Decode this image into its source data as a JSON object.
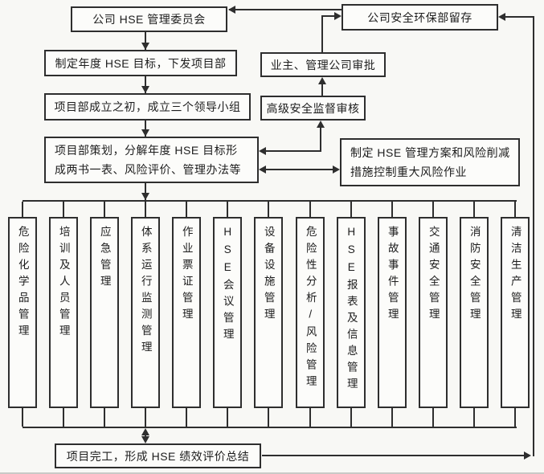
{
  "left_flow": {
    "committee": "公司 HSE 管理委员会",
    "annual_goal": "制定年度 HSE 目标，下发项目部",
    "leading_groups": "项目部成立之初，成立三个领导小组",
    "planning": "项目部策划，分解年度 HSE 目标形\n成两书一表、风险评价、管理办法等"
  },
  "right_flow": {
    "archive": "公司安全环保部留存",
    "approval": "业主、管理公司审批",
    "senior_audit": "高级安全监督审核",
    "risk_plan": "制定 HSE 管理方案和风险削减\n措施控制重大风险作业"
  },
  "management_modules": [
    "危险化学品管理",
    "培训及人员管理",
    "应急管理",
    "体系运行监测管理",
    "作业票证管理",
    "HSE会议管理",
    "设备设施管理",
    "危险性分析/风险管理",
    "HSE报表及信息管理",
    "事故事件管理",
    "交通安全管理",
    "消防安全管理",
    "清洁生产管理"
  ],
  "bottom_flow": {
    "completion": "项目完工，形成 HSE 绩效评价总结"
  },
  "colors": {
    "line": "#2e2e2e",
    "box_background": "#fcfcfa",
    "page_background": "#f8f8f5",
    "text": "#1d1d1d"
  }
}
